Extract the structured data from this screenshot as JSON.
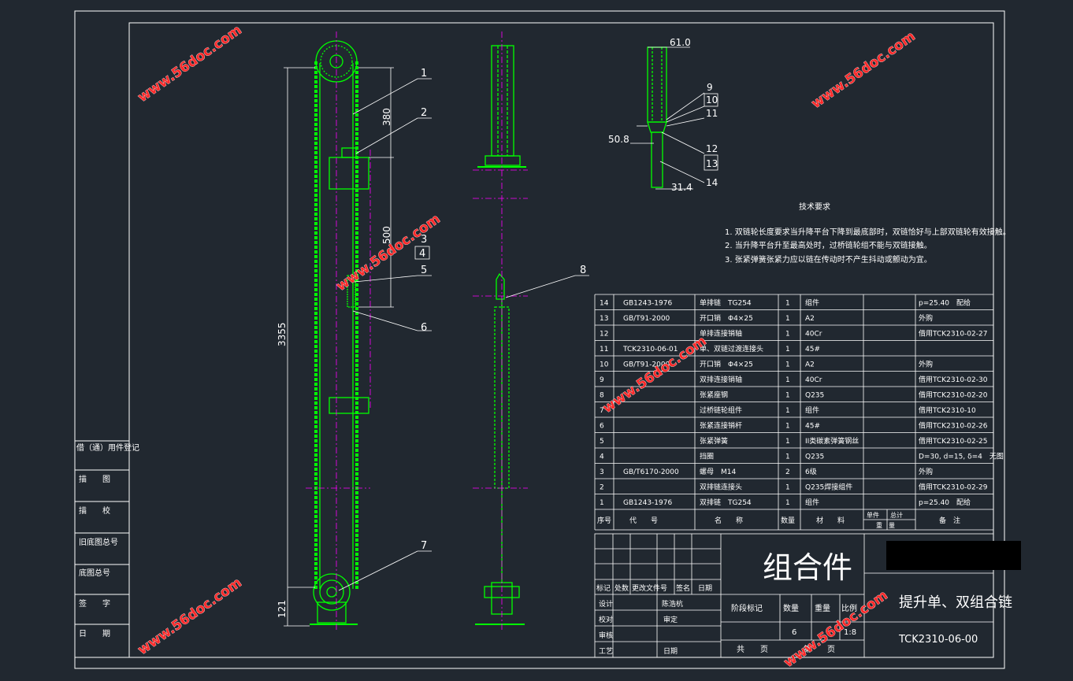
{
  "drawing": {
    "title": "组合件",
    "name": "提升单、双组合链",
    "code": "TCK2310-06-00",
    "scale": "1:8",
    "quantity": "6",
    "designer": "陈浩杭"
  },
  "dimensions": {
    "d380": "380",
    "d500": "500",
    "d3355": "3355",
    "d121": "121",
    "d61": "61.0",
    "d508": "50.8",
    "d314": "31.4"
  },
  "balloons": [
    "1",
    "2",
    "3",
    "4",
    "5",
    "6",
    "7",
    "8",
    "9",
    "10",
    "11",
    "12",
    "13",
    "14"
  ],
  "tech": {
    "heading": "技术要求",
    "lines": [
      "1. 双链轮长度要求当升降平台下降到最底部时，双链恰好与上部双链轮有效接触。",
      "2. 当升降平台升至最高处时，过桥链轮组不能与双链接触。",
      "3. 张紧弹簧张紧力应以链在传动时不产生抖动或颤动为宜。"
    ]
  },
  "left_block": {
    "labels": [
      "借（通）用件登记",
      "描　　图",
      "描　　校",
      "旧底图总号",
      "底图总号",
      "签　　字",
      "日　　期"
    ]
  },
  "bom": {
    "headers": {
      "no": "序号",
      "code": "代　　号",
      "name": "名　　称",
      "qty": "数量",
      "material": "材　　料",
      "unit": "单件",
      "total": "总计",
      "weight": "重　量",
      "remark": "备　注"
    },
    "rows": [
      {
        "no": "14",
        "code": "GB1243-1976",
        "name": "单排链　TG254",
        "qty": "1",
        "material": "组件",
        "remark": "p=25.40　配给"
      },
      {
        "no": "13",
        "code": "GB/T91-2000",
        "name": "开口销　Φ4×25",
        "qty": "1",
        "material": "A2",
        "remark": "外购"
      },
      {
        "no": "12",
        "code": "",
        "name": "单排连接销轴",
        "qty": "1",
        "material": "40Cr",
        "remark": "借用TCK2310-02-27"
      },
      {
        "no": "11",
        "code": "TCK2310-06-01",
        "name": "单、双链过渡连接头",
        "qty": "1",
        "material": "45#",
        "remark": ""
      },
      {
        "no": "10",
        "code": "GB/T91-2000",
        "name": "开口销　Φ4×25",
        "qty": "1",
        "material": "A2",
        "remark": "外购"
      },
      {
        "no": "9",
        "code": "",
        "name": "双排连接销轴",
        "qty": "1",
        "material": "40Cr",
        "remark": "借用TCK2310-02-30"
      },
      {
        "no": "8",
        "code": "",
        "name": "张紧座钢",
        "qty": "1",
        "material": "Q235",
        "remark": "借用TCK2310-02-20"
      },
      {
        "no": "7",
        "code": "",
        "name": "过桥链轮组件",
        "qty": "1",
        "material": "组件",
        "remark": "借用TCK2310-10"
      },
      {
        "no": "6",
        "code": "",
        "name": "张紧连接销杆",
        "qty": "1",
        "material": "45#",
        "remark": "借用TCK2310-02-26"
      },
      {
        "no": "5",
        "code": "",
        "name": "张紧弹簧",
        "qty": "1",
        "material": "II类碳素弹簧钢丝",
        "remark": "借用TCK2310-02-25"
      },
      {
        "no": "4",
        "code": "",
        "name": "挡圈",
        "qty": "1",
        "material": "Q235",
        "remark": "D=30, d=15, δ=4　无图"
      },
      {
        "no": "3",
        "code": "GB/T6170-2000",
        "name": "螺母　M14",
        "qty": "2",
        "material": "6级",
        "remark": "外购"
      },
      {
        "no": "2",
        "code": "",
        "name": "双排链连接头",
        "qty": "1",
        "material": "Q235焊接组件",
        "remark": "借用TCK2310-02-29"
      },
      {
        "no": "1",
        "code": "GB1243-1976",
        "name": "双排链　TG254",
        "qty": "1",
        "material": "组件",
        "remark": "p=25.40　配给"
      }
    ]
  },
  "title_block": {
    "rev_headers": [
      "标记",
      "处数",
      "更改文件号",
      "签名",
      "日期"
    ],
    "design": "设计",
    "check": "校对",
    "review": "审核",
    "process": "工艺",
    "examine": "审定",
    "date": "日期",
    "stage": "阶段标记",
    "qty_label": "数量",
    "weight_label": "重量",
    "scale_label": "比例",
    "sheets": "共　　页",
    "sheet": "第　　页"
  },
  "watermark": "www.56doc.com",
  "colors": {
    "background": "#212830",
    "lines": "#ffffff",
    "part": "#00ff00",
    "center": "#ff00ff",
    "watermark": "#ff2a2a"
  }
}
